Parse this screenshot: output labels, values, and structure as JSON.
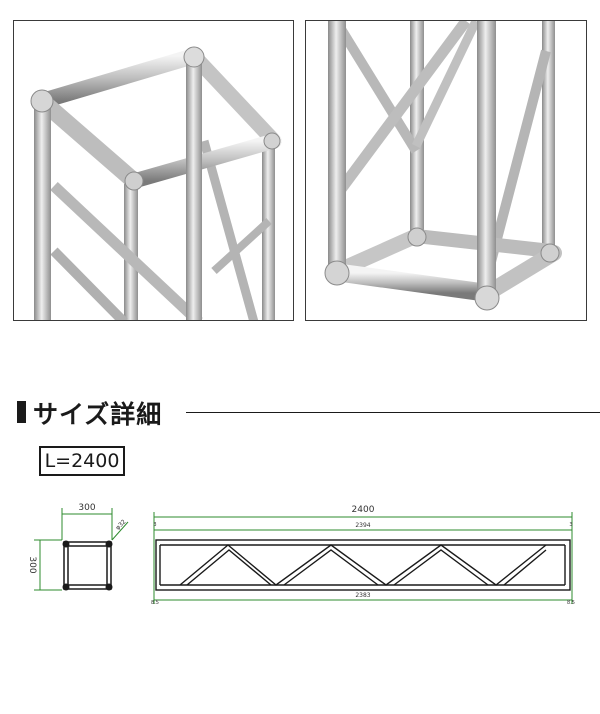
{
  "section": {
    "title": "サイズ詳細"
  },
  "length_label": "L=2400",
  "drawing": {
    "cross_section": {
      "width_label": "300",
      "height_label": "300",
      "tube_label": "φ32"
    },
    "side_view": {
      "overall_length": "2400",
      "inner_length": "2394",
      "chord_length": "2383",
      "offset_left_top": "3",
      "offset_right_top": "3",
      "offset_left_bottom": "8.5",
      "offset_right_bottom": "8.5"
    }
  },
  "colors": {
    "dimension_line": "#2e8b2e",
    "outline": "#1a1a1a",
    "metal": "#c9c9c9"
  }
}
